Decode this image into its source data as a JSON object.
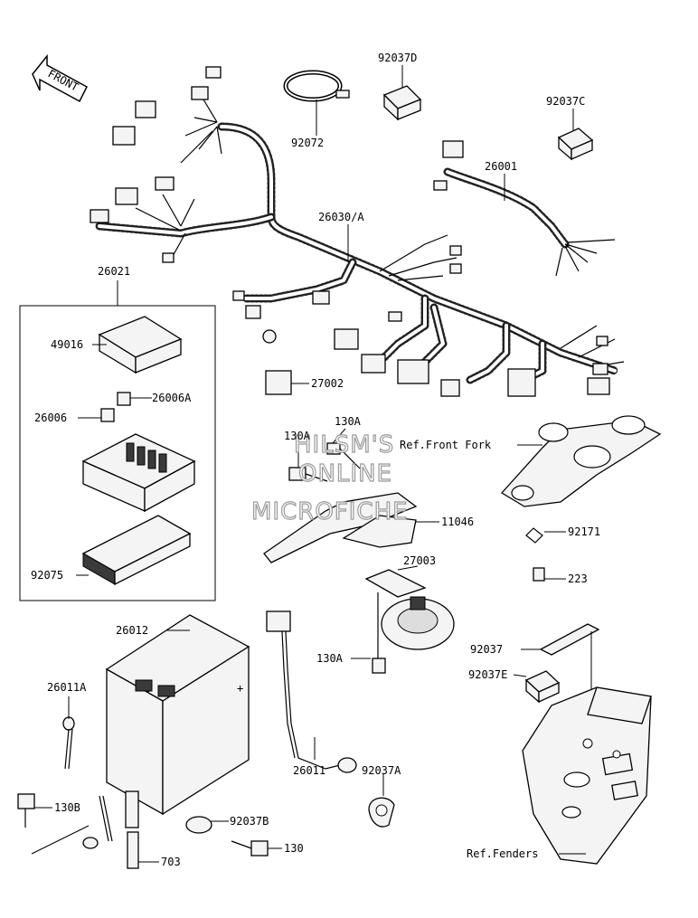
{
  "front_arrow": {
    "label": "FRONT"
  },
  "watermark": {
    "line1": "HILSM'S",
    "line2": "ONLINE",
    "line3": "MICROFICHE"
  },
  "labels": {
    "p92037D": "92037D",
    "p92072": "92072",
    "p92037C": "92037C",
    "p26001": "26001",
    "p26030A": "26030/A",
    "p26021": "26021",
    "p49016": "49016",
    "p26006A": "26006A",
    "p26006": "26006",
    "p92075": "92075",
    "p27002": "27002",
    "p130A_top1": "130A",
    "p130A_top2": "130A",
    "ref_front_fork": "Ref.Front Fork",
    "p11046": "11046",
    "p92171": "92171",
    "p27003": "27003",
    "p223": "223",
    "p26012": "26012",
    "p130A_bottom": "130A",
    "p92037": "92037",
    "p92037E": "92037E",
    "p26011A": "26011A",
    "p26011": "26011",
    "p92037A": "92037A",
    "p130B": "130B",
    "p92037B": "92037B",
    "p130": "130",
    "p703": "703",
    "ref_fenders": "Ref.Fenders"
  },
  "battery_marks": {
    "minus": "-",
    "plus": "+"
  }
}
